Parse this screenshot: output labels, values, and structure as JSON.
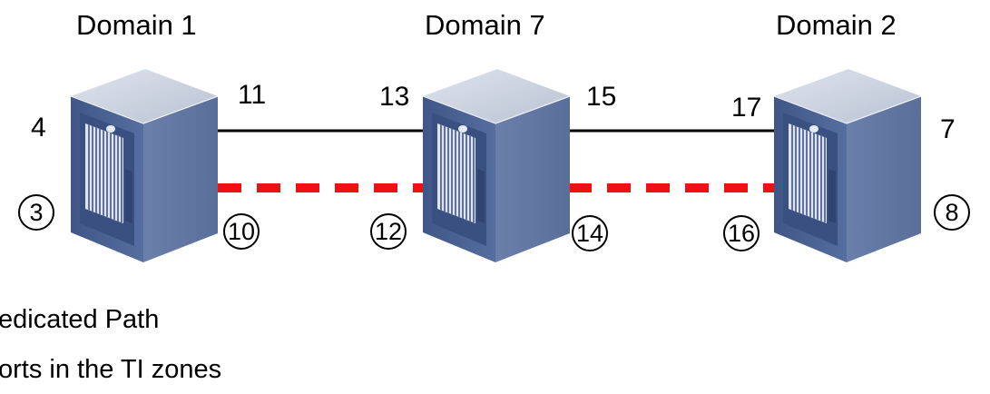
{
  "domains": [
    {
      "title": "Domain 1"
    },
    {
      "title": "Domain 7"
    },
    {
      "title": "Domain 2"
    }
  ],
  "ports": {
    "p4": "4",
    "p3": "3",
    "p11": "11",
    "p10": "10",
    "p13": "13",
    "p12": "12",
    "p15": "15",
    "p14": "14",
    "p17": "17",
    "p16": "16",
    "p7": "7",
    "p8": "8"
  },
  "legend": {
    "dedicated_path": "edicated Path",
    "ti_zone_ports": "orts in the TI zones"
  },
  "colors": {
    "dedicated_path": "#ee1111",
    "link": "#000000",
    "switch_front": "#4d6596",
    "switch_side": "#667aa6",
    "switch_top": "#c9d0de"
  }
}
